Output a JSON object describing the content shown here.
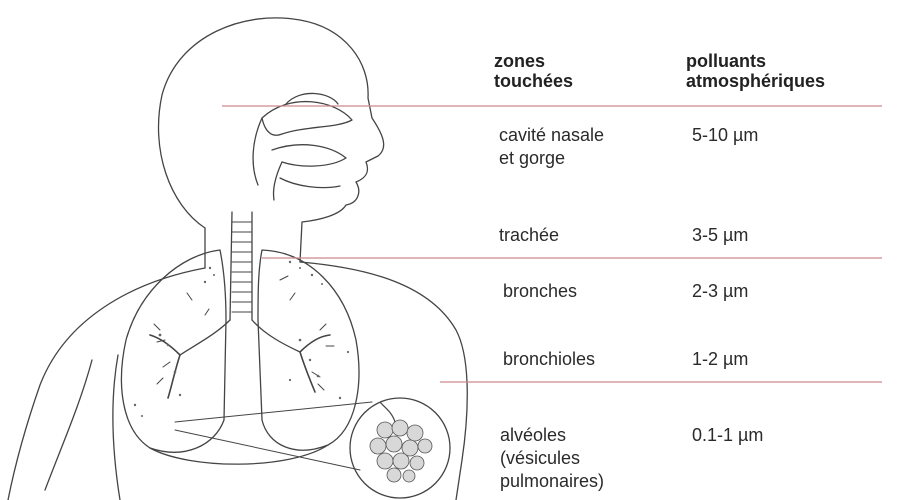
{
  "table": {
    "headers": {
      "zone": "zones\ntouchées",
      "pollutant": "polluants\natmosphériques"
    },
    "rows": [
      {
        "zone": "cavité nasale\net gorge",
        "size": "5-10 µm"
      },
      {
        "zone": "trachée",
        "size": "3-5 µm"
      },
      {
        "zone": "bronches",
        "size": "2-3 µm"
      },
      {
        "zone": "bronchioles",
        "size": "1-2 µm"
      },
      {
        "zone": "alvéoles\n(vésicules\npulmonaires)",
        "size": "0.1-1 µm"
      }
    ]
  },
  "colors": {
    "divider": "#c98a8a",
    "outline": "#444444",
    "text": "#2a2a2a"
  }
}
